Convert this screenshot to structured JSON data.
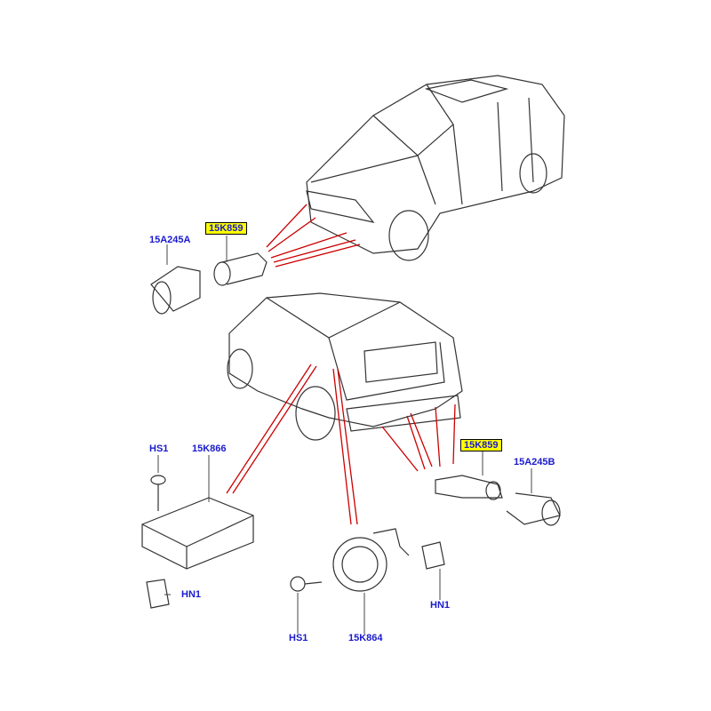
{
  "callouts": [
    {
      "id": "15A245A",
      "highlighted": false
    },
    {
      "id": "15K859",
      "highlighted": true
    },
    {
      "id": "15K859",
      "highlighted": true
    },
    {
      "id": "15A245B",
      "highlighted": false
    },
    {
      "id": "HS1",
      "highlighted": false
    },
    {
      "id": "15K866",
      "highlighted": false
    },
    {
      "id": "HN1",
      "highlighted": false
    },
    {
      "id": "HS1",
      "highlighted": false
    },
    {
      "id": "15K864",
      "highlighted": false
    },
    {
      "id": "HN1",
      "highlighted": false
    }
  ],
  "colors": {
    "label": "#1a1acc",
    "highlight": "#ffff00",
    "leader": "#cc0000",
    "line": "#333333"
  }
}
